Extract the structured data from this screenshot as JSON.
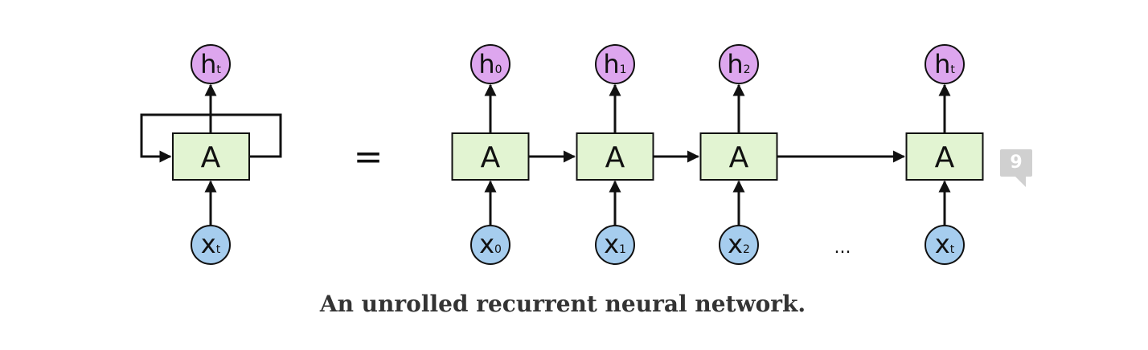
{
  "colors": {
    "box_fill": "#e2f4d2",
    "output_fill": "#dda6ee",
    "input_fill": "#a6cdee",
    "stroke": "#111111"
  },
  "rolled": {
    "box": "A",
    "output": {
      "main": "h",
      "sub": "t"
    },
    "input": {
      "main": "x",
      "sub": "t"
    }
  },
  "equals": "=",
  "unrolled": [
    {
      "box": "A",
      "output": {
        "main": "h",
        "sub": "0"
      },
      "input": {
        "main": "x",
        "sub": "0"
      }
    },
    {
      "box": "A",
      "output": {
        "main": "h",
        "sub": "1"
      },
      "input": {
        "main": "x",
        "sub": "1"
      }
    },
    {
      "box": "A",
      "output": {
        "main": "h",
        "sub": "2"
      },
      "input": {
        "main": "x",
        "sub": "2"
      }
    },
    {
      "box": "A",
      "output": {
        "main": "h",
        "sub": "t"
      },
      "input": {
        "main": "x",
        "sub": "t"
      }
    }
  ],
  "ellipsis": "...",
  "caption": "An unrolled recurrent neural network.",
  "badge": "9"
}
